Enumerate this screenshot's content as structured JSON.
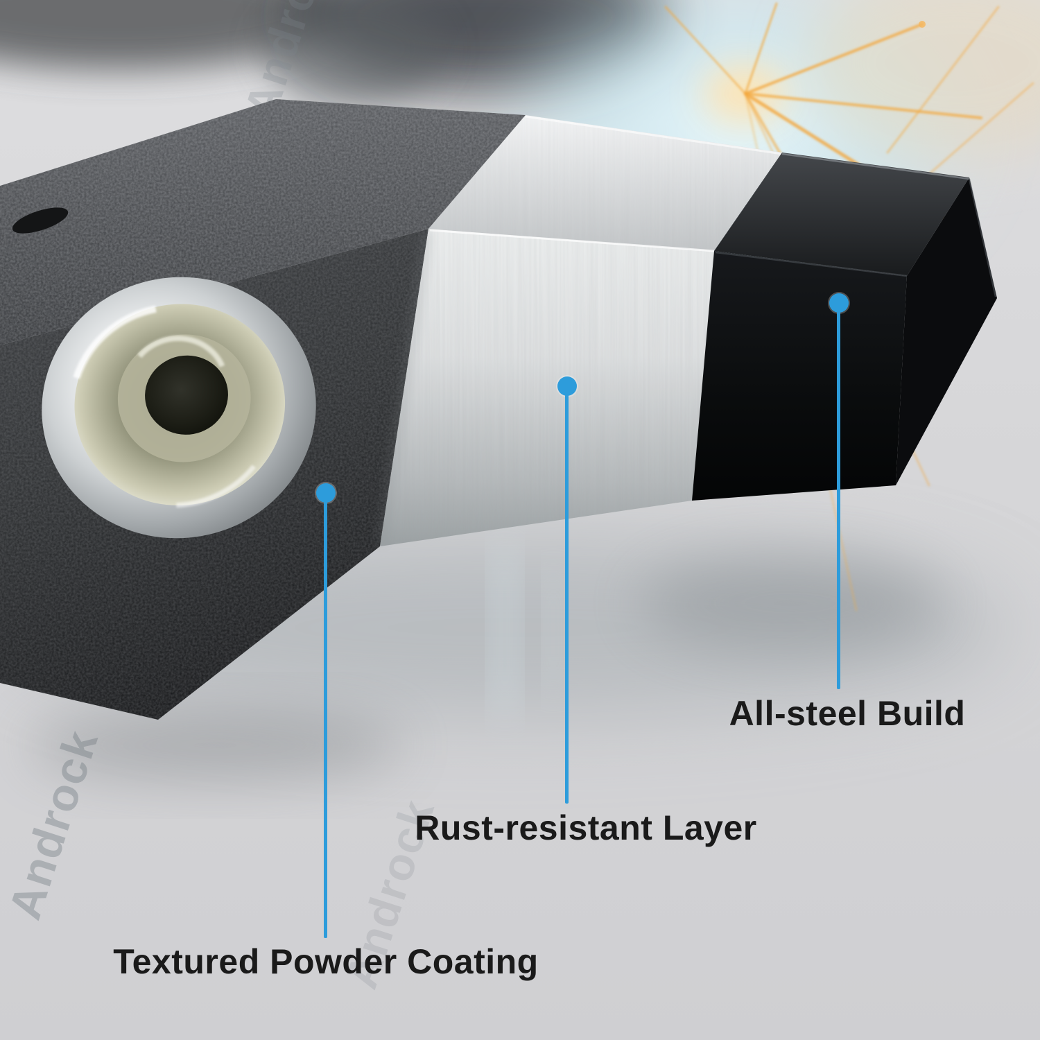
{
  "scene": {
    "watermark": "Androck",
    "background": "#d8d8da"
  },
  "colors": {
    "accent": "#2D9CDB",
    "label_text": "#1A1A1A",
    "powder_coating_black": "#2B2D2F",
    "rust_layer_silver": "#D9DBDC",
    "steel_gloss_black": "#0C0E10",
    "spark_orange": "#F3A83E"
  },
  "annotations": [
    {
      "id": "textured-powder-coating",
      "label": "Textured Powder Coating"
    },
    {
      "id": "rust-resistant-layer",
      "label": "Rust-resistant Layer"
    },
    {
      "id": "all-steel-build",
      "label": "All-steel Build"
    }
  ]
}
